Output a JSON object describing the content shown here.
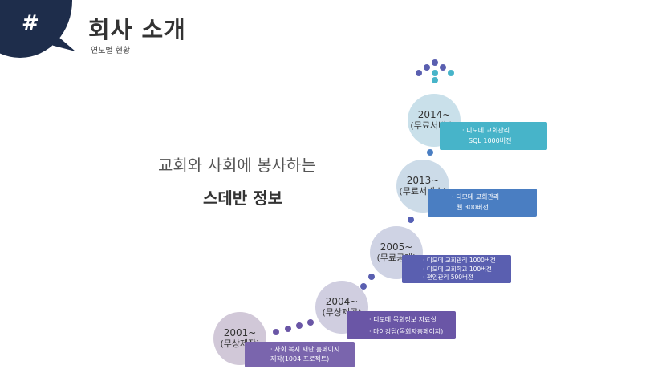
{
  "header": {
    "hash": "#",
    "title": "회사 소개",
    "subtitle": "연도별 현황"
  },
  "slogan": {
    "line1": "교회와 사회에 봉사하는",
    "line2": "스데반 정보"
  },
  "timeline": [
    {
      "year": "2001~",
      "label": "(무상제작)",
      "items": [
        "· 사회 복지 재단 홈페이지",
        "제작(1004 프로젝트)"
      ]
    },
    {
      "year": "2004~",
      "label": "(무상제공)",
      "items": [
        "· 디모데 목회정보 자료실",
        "· 마이킹덤(목회자홈페이지)"
      ]
    },
    {
      "year": "2005~",
      "label": "(무료공개)",
      "items": [
        "· 디모데 교회관리 1000버전",
        "· 디모데 교회학교 100버전",
        "· 편인관리 500버전"
      ]
    },
    {
      "year": "2013~",
      "label": "(무료서비스)",
      "items": [
        "· 디모데 교회관리",
        "웹 300버전"
      ]
    },
    {
      "year": "2014~",
      "label": "(무료서비스)",
      "items": [
        "· 디모데 교회관리",
        "SQL 1000버전"
      ]
    }
  ],
  "colors": {
    "navy": "#1e2d4b",
    "purple_dark": "#6a56a6",
    "purple_mid": "#7a65ad",
    "indigo": "#5a5fb0",
    "blue": "#4a7ec2",
    "teal": "#47b4c9",
    "circle_1": "#d1c8d8",
    "circle_2": "#d0cee0",
    "circle_3": "#cfd3e4",
    "circle_4": "#ccdbe8",
    "circle_5": "#c9e0ea"
  }
}
